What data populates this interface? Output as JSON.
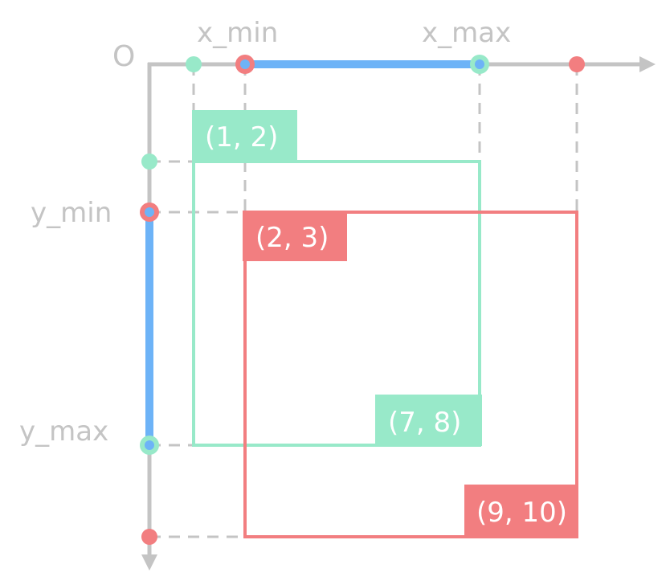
{
  "origin_label": "O",
  "x_axis": {
    "min_label": "x_min",
    "max_label": "x_max"
  },
  "y_axis": {
    "min_label": "y_min",
    "max_label": "y_max"
  },
  "boxes": [
    {
      "name": "green",
      "color": "#98e9c9",
      "top_left_label": "(1, 2)",
      "bottom_right_label": "(7, 8)"
    },
    {
      "name": "red",
      "color": "#f27e80",
      "top_left_label": "(2, 3)",
      "bottom_right_label": "(9, 10)"
    }
  ],
  "colors": {
    "axis": "#c4c4c4",
    "intersection_highlight": "#6db3f7",
    "green_box": "#98e9c9",
    "red_box": "#f27e80"
  }
}
